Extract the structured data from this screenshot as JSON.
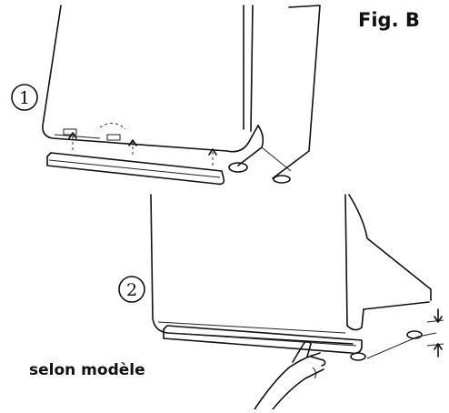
{
  "figure": {
    "title": "Fig. B",
    "caption": "selon modèle",
    "steps": [
      {
        "label": "1"
      },
      {
        "label": "2"
      }
    ]
  }
}
